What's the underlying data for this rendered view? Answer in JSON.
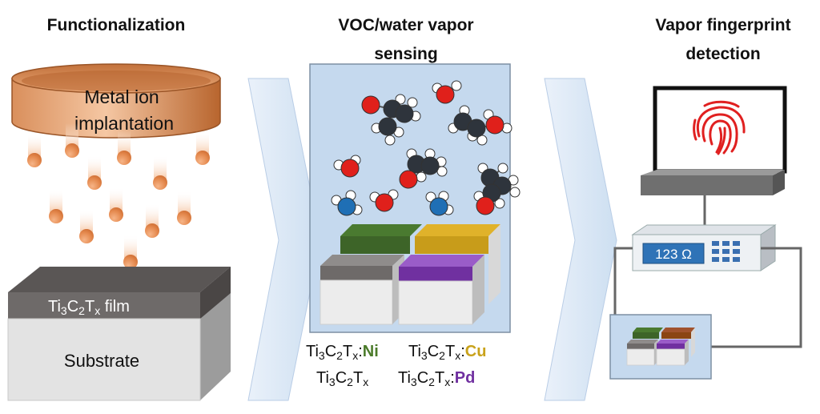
{
  "headings": {
    "functionalization": "Functionalization",
    "sensing_line1": "VOC/water vapor",
    "sensing_line2": "sensing",
    "fingerprint_line1": "Vapor fingerprint",
    "fingerprint_line2": "detection"
  },
  "implanter": {
    "line1": "Metal ion",
    "line2": "implantation"
  },
  "film": {
    "prefix": "Ti",
    "sub3": "3",
    "c": "C",
    "sub2": "2",
    "t": "T",
    "subx": "x",
    "suffix": " film"
  },
  "substrate_label": "Substrate",
  "materials": [
    {
      "metal": "Ni",
      "color": "#4b7b2a"
    },
    {
      "metal": "Cu",
      "color": "#c9a21a"
    },
    {
      "metal": "",
      "color": "#111111"
    },
    {
      "metal": "Pd",
      "color": "#7030a0"
    }
  ],
  "meter_display": "123 Ω",
  "colors": {
    "copper": "#c97a45",
    "sensing_panel": "#c5d9ee",
    "arrow": "#dde9f6",
    "film_gray": "#6e6a69",
    "substrate": "#e3e3e3",
    "oxygen": "#e0201b",
    "carbon": "#2e343c",
    "nitrogen": "#1f6fb5",
    "fingerprint": "#e02020"
  },
  "icons": [
    "fingerprint-icon",
    "ion-beam-icon",
    "molecule-icon",
    "ohmmeter-icon",
    "laptop-icon"
  ]
}
